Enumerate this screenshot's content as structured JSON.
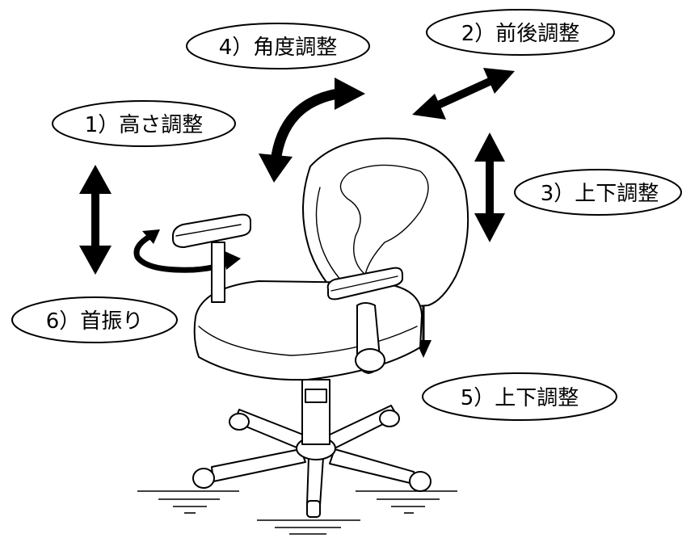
{
  "labels": {
    "height": "1）高さ調整",
    "front_back": "2）前後調整",
    "backrest_updown": "3）上下調整",
    "angle": "4）角度調整",
    "armrest_updown": "5）上下調整",
    "swivel": "6）首振り"
  },
  "colors": {
    "ink": "#000000",
    "paper": "#ffffff"
  },
  "icons": {
    "height_arrow": "double-vertical-arrow",
    "front_back_arrow": "double-diagonal-arrow",
    "backrest_arrow": "double-vertical-arrow",
    "angle_arrow": "curved-arrow",
    "armrest_arrow": "double-vertical-arrow",
    "swivel_arrow": "circular-arrow"
  }
}
